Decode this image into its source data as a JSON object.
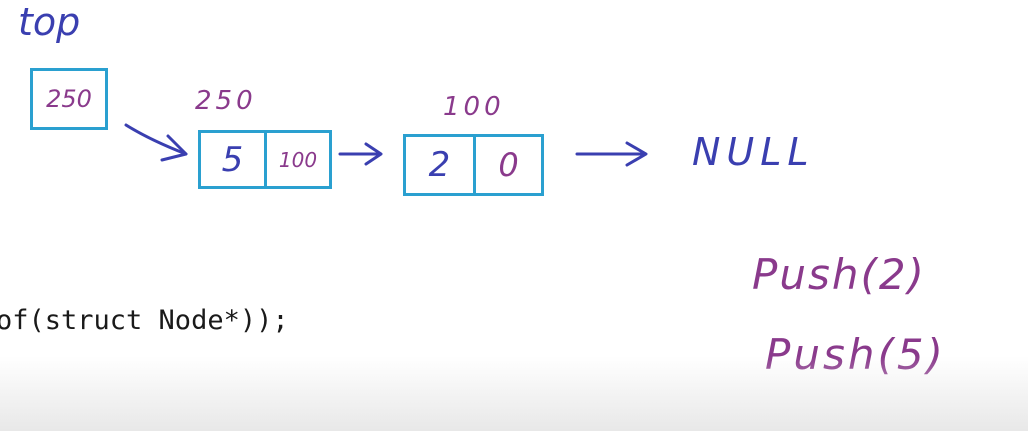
{
  "diagram": {
    "top_label": "top",
    "top_pointer_value": "250",
    "node1": {
      "address": "250",
      "data": "5",
      "next": "100"
    },
    "node2": {
      "address": "100",
      "data": "2",
      "next": "0"
    },
    "null_label": "NULL"
  },
  "code": {
    "line": "of(struct Node*));"
  },
  "notes": {
    "push_1": "Push(2)",
    "push_2": "Push(5)"
  },
  "colors": {
    "box_border": "#2aa0d0",
    "blue_ink": "#3a3fb0",
    "purple_ink": "#8a3a8c"
  }
}
